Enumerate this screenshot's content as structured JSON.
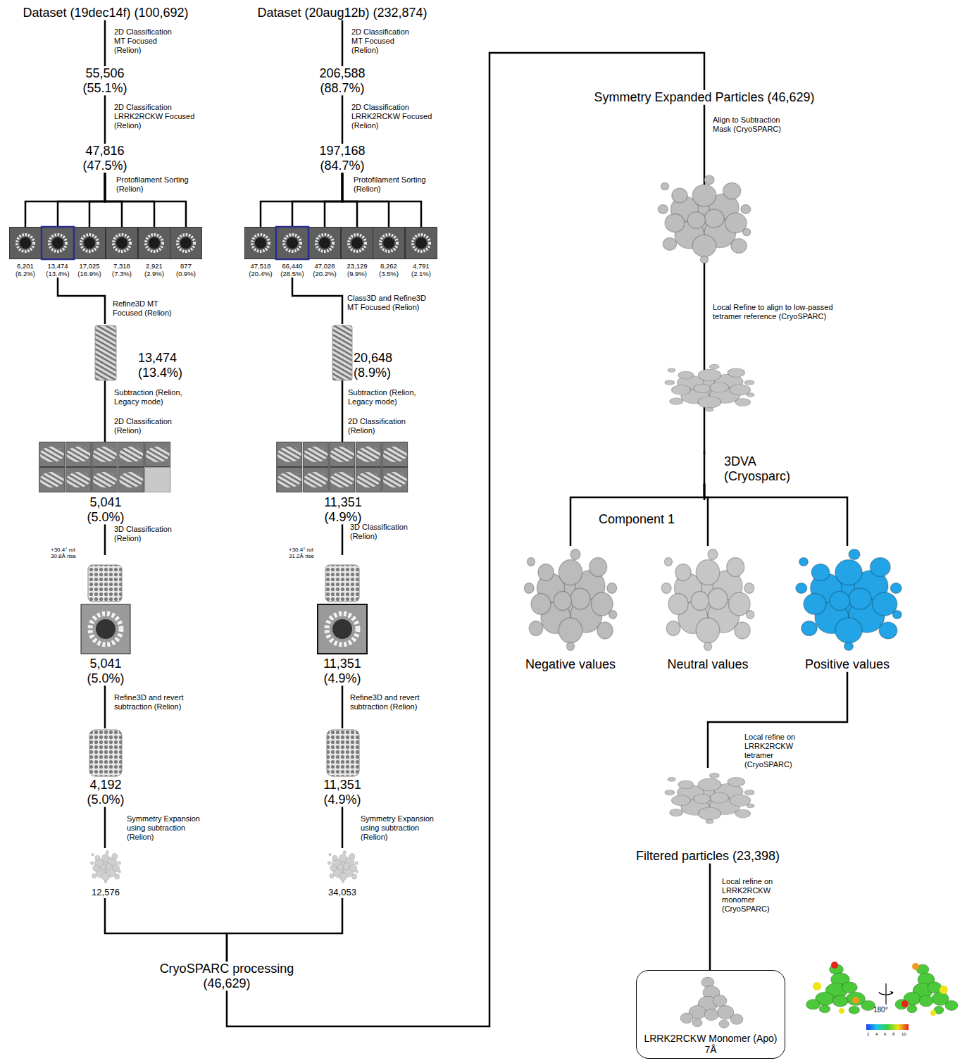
{
  "diagram": {
    "nodes": [
      {
        "text": [
          "Dataset (19dec14f) (100,692)"
        ]
      },
      {
        "text": [
          "55,506 (55.1%)"
        ]
      },
      {
        "text": [
          "47,816 (47.5%)"
        ]
      },
      {
        "text": [
          "6,201 (6.2%)"
        ]
      },
      {
        "text": [
          "13,474 (13.4%)"
        ]
      },
      {
        "text": [
          "17,025 (16.9%)"
        ]
      },
      {
        "text": [
          "7,318 (7.3%)"
        ]
      },
      {
        "text": [
          "2,921 (2.9%)"
        ]
      },
      {
        "text": [
          "877 (0.9%)"
        ]
      },
      {
        "text": [
          "13,474 (13.4%)"
        ]
      },
      {
        "text": [
          "5,041 (5.0%)"
        ]
      },
      {
        "text": [
          "5,041 (5.0%)"
        ]
      },
      {
        "text": [
          "4,192 (5.0%)"
        ]
      },
      {
        "text": [
          "12,576"
        ]
      },
      {
        "text": [
          "Dataset (20aug12b) (232,874)"
        ]
      },
      {
        "text": [
          "206,588 (88.7%)"
        ]
      },
      {
        "text": [
          "197,168 (84.7%)"
        ]
      },
      {
        "text": [
          "47,518 (20.4%)"
        ]
      },
      {
        "text": [
          "66,440 (28.5%)"
        ]
      },
      {
        "text": [
          "47,028 (20.2%)"
        ]
      },
      {
        "text": [
          "23,129 (9.9%)"
        ]
      },
      {
        "text": [
          "8,262 (3.5%)"
        ]
      },
      {
        "text": [
          "4,791 (2.1%)"
        ]
      },
      {
        "text": [
          "20,648 (8.9%)"
        ]
      },
      {
        "text": [
          "11,351 (4.9%)"
        ]
      },
      {
        "text": [
          "11,351 (4.9%)"
        ]
      },
      {
        "text": [
          "11,351 (4.9%)"
        ]
      },
      {
        "text": [
          "34,053"
        ]
      },
      {
        "text": [
          "CryoSPARC processing (46,629)"
        ]
      },
      {
        "text": [
          "Symmetry Expanded Particles (46,629)"
        ]
      },
      {
        "text": [
          "3DVA (Cryosparc)"
        ]
      },
      {
        "text": [
          "Negative values"
        ]
      },
      {
        "text": [
          "Neutral values"
        ]
      },
      {
        "text": [
          "Positive values"
        ]
      },
      {
        "text": [
          "Filtered particles (23,398)"
        ]
      },
      {
        "text": [
          "LRRK2RCKW Monomer (Apo)",
          "7Å"
        ]
      }
    ],
    "edges": [
      {
        "from": 0,
        "to": 1,
        "arrow": "none",
        "label": "2D Classification MT Focused (Relion)"
      },
      {
        "from": 1,
        "to": 2,
        "arrow": "none",
        "label": "2D Classification LRRK2RCKW Focused (Relion)"
      },
      {
        "from": 2,
        "to": 3,
        "arrow": "none"
      },
      {
        "from": 2,
        "to": 4,
        "arrow": "none",
        "label": "Protofilament Sorting (Relion)"
      },
      {
        "from": 2,
        "to": 5,
        "arrow": "none"
      },
      {
        "from": 2,
        "to": 6,
        "arrow": "none"
      },
      {
        "from": 2,
        "to": 7,
        "arrow": "none"
      },
      {
        "from": 2,
        "to": 8,
        "arrow": "none"
      },
      {
        "from": 4,
        "to": 9,
        "arrow": "none",
        "label": "Refine3D MT Focused (Relion)"
      },
      {
        "from": 9,
        "to": 10,
        "arrow": "none",
        "label": "Subtraction (Relion, Legacy mode)"
      },
      {
        "from": 10,
        "to": 11,
        "arrow": "none",
        "label": "3D Classification (Relion)"
      },
      {
        "from": 11,
        "to": 12,
        "arrow": "none",
        "label": "Refine3D and revert subtraction (Relion)"
      },
      {
        "from": 12,
        "to": 13,
        "arrow": "none",
        "label": "Symmetry Expansion using subtraction (Relion)"
      },
      {
        "from": 14,
        "to": 15,
        "arrow": "none",
        "label": "2D Classification MT Focused (Relion)"
      },
      {
        "from": 15,
        "to": 16,
        "arrow": "none",
        "label": "2D Classification LRRK2RCKW Focused (Relion)"
      },
      {
        "from": 16,
        "to": 17,
        "arrow": "none"
      },
      {
        "from": 16,
        "to": 18,
        "arrow": "none",
        "label": "Protofilament Sorting (Relion)"
      },
      {
        "from": 16,
        "to": 19,
        "arrow": "none"
      },
      {
        "from": 16,
        "to": 20,
        "arrow": "none"
      },
      {
        "from": 16,
        "to": 21,
        "arrow": "none"
      },
      {
        "from": 16,
        "to": 22,
        "arrow": "none"
      },
      {
        "from": 18,
        "to": 23,
        "arrow": "none",
        "label": "Class3D and Refine3D MT Focused (Relion)"
      },
      {
        "from": 23,
        "to": 24,
        "arrow": "none",
        "label": "Subtraction (Relion, Legacy mode)"
      },
      {
        "from": 24,
        "to": 25,
        "arrow": "none",
        "label": "3D Classification (Relion)"
      },
      {
        "from": 25,
        "to": 26,
        "arrow": "none",
        "label": "Refine3D and revert subtraction (Relion)"
      },
      {
        "from": 26,
        "to": 27,
        "arrow": "none",
        "label": "Symmetry Expansion using subtraction (Relion)"
      },
      {
        "from": 13,
        "to": 28,
        "arrow": "none"
      },
      {
        "from": 27,
        "to": 28,
        "arrow": "none"
      },
      {
        "from": 28,
        "to": 29,
        "arrow": "none"
      },
      {
        "from": 29,
        "to": 30,
        "arrow": "none",
        "label": "Align to Subtraction Mask (CryoSPARC)"
      },
      {
        "from": 30,
        "to": 31,
        "arrow": "none"
      },
      {
        "from": 30,
        "to": 32,
        "arrow": "none"
      },
      {
        "from": 30,
        "to": 33,
        "arrow": "none"
      },
      {
        "from": 33,
        "to": 34,
        "arrow": "none",
        "label": "Local refine on LRRK2RCKW tetramer (CryoSPARC)"
      },
      {
        "from": 34,
        "to": 35,
        "arrow": "none",
        "label": "Local refine on LRRK2RCKW monomer (CryoSPARC)"
      }
    ],
    "labels": [
      "2D Classification (Relion)",
      "+30.4° rot 30.8Å rise",
      "2D Classification (Relion)",
      "+30.4° rot 31.2Å rise",
      "Local Refine to align to low-passed tetramer reference (CryoSPARC)",
      "Component 1",
      "180°",
      "2",
      "4",
      "6",
      "8",
      "10"
    ]
  }
}
